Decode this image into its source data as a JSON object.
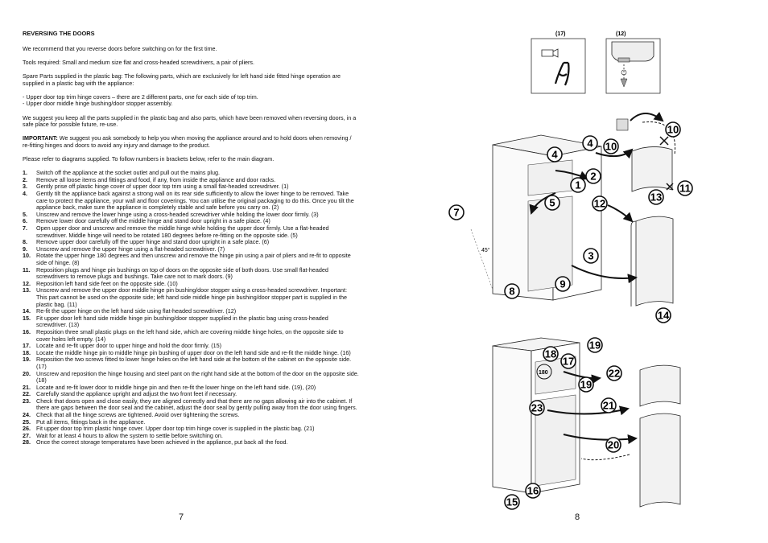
{
  "left": {
    "title": "REVERSING THE DOORS",
    "paragraphs": [
      "We recommend that you reverse doors before switching on for the first time.",
      "Tools required: Small and medium size flat and cross-headed screwdrivers, a pair of pliers.",
      "Spare Parts supplied in the plastic bag: The following parts, which are exclusively for left hand side fitted hinge operation are supplied in a plastic bag with the appliance:"
    ],
    "spare_parts": [
      "- Upper door top trim hinge covers – there are 2 different parts, one for each side of top trim.",
      "- Upper door middle hinge bushing/door stopper assembly."
    ],
    "keep_note": "We suggest you keep all the parts supplied in the plastic bag and also parts, which have been removed when reversing doors, in a safe place for possible future, re-use.",
    "important_label": "IMPORTANT:",
    "important_text": " We suggest you ask somebody to help you when moving the appliance around and to hold doors when removing / re-fitting hinges and doors to avoid any injury and damage to the product.",
    "refer": "Please refer to diagrams supplied. To follow numbers in brackets below, refer to the main diagram.",
    "steps": [
      {
        "n": "1.",
        "text": "Switch off the appliance at the socket outlet and pull out the mains plug."
      },
      {
        "n": "2.",
        "text": "Remove all loose items and fittings and food, if any, from inside the appliance and door racks."
      },
      {
        "n": "3.",
        "text": "Gently prise off plastic hinge cover of upper door top trim using a small flat-headed screwdriver. (1)"
      },
      {
        "n": "4.",
        "text": "Gently tilt the appliance back against a strong wall on its rear side sufficiently to allow the lower hinge to be removed. Take care to protect the appliance, your wall and floor coverings. You can utilise the original packaging to do this. Once you tilt the appliance back, make sure the appliance is completely stable and safe before you carry on. (2)"
      },
      {
        "n": "5.",
        "text": "Unscrew and remove the lower hinge using a cross-headed screwdriver while holding the lower door firmly. (3)"
      },
      {
        "n": "6.",
        "text": "Remove lower door carefully off the middle hinge and stand door upright in a safe place. (4)"
      },
      {
        "n": "7.",
        "text": "Open upper door and unscrew and remove the middle hinge while holding the upper door firmly. Use a flat-headed screwdriver. Middle hinge will need to be rotated 180 degrees before re-fitting on the opposite side. (5)"
      },
      {
        "n": "8.",
        "text": "Remove upper door carefully off the upper hinge and stand door upright in a safe place. (6)"
      },
      {
        "n": "9.",
        "text": "Unscrew and remove the upper hinge using a flat-headed screwdriver. (7)"
      },
      {
        "n": "10.",
        "text": "Rotate the upper hinge 180 degrees and then unscrew and remove the hinge pin using a pair of pliers and re-fit to opposite side of hinge. (8)"
      },
      {
        "n": "11.",
        "text": "Reposition plugs and hinge pin bushings on top of doors on the opposite side of both doors. Use small flat-headed screwdrivers to remove plugs and bushings. Take care not to mark doors. (9)"
      },
      {
        "n": "12.",
        "text": "Reposition left hand side feet on the opposite side. (10)"
      },
      {
        "n": "13.",
        "text": "Unscrew and remove the upper door middle hinge pin bushing/door stopper using a cross-headed screwdriver. Important: This part cannot be used on the opposite side; left hand side middle hinge pin bushing/door stopper part is supplied in the plastic bag. (11)"
      },
      {
        "n": "14.",
        "text": "Re-fit the upper hinge on the left hand side using flat-headed screwdriver. (12)"
      },
      {
        "n": "15.",
        "text": "Fit upper door left hand side middle hinge pin bushing/door stopper supplied in the plastic bag using cross-headed screwdriver. (13)"
      },
      {
        "n": "16.",
        "text": "Reposition three small plastic plugs on the left hand side, which are covering middle hinge holes, on the opposite side to cover holes left empty. (14)"
      },
      {
        "n": "17.",
        "text": "Locate and re-fit upper door to upper hinge and hold the door firmly. (15)"
      },
      {
        "n": "18.",
        "text": "Locate the middle hinge pin to middle hinge pin bushing of upper door on the left hand side and re-fit the middle hinge. (16)"
      },
      {
        "n": "19.",
        "text": "Reposition the two screws fitted to lower hinge holes on the left hand side at the bottom of the cabinet on the opposite side. (17)"
      },
      {
        "n": "20.",
        "text": "Unscrew and reposition the hinge housing and steel pant on the right hand side at the bottom of the door on the opposite side. (18)"
      },
      {
        "n": "21.",
        "text": "Locate and re-fit lower door to middle hinge pin and then re-fit the lower hinge on the left hand side. (19), (20)"
      },
      {
        "n": "22.",
        "text": "Carefully stand the appliance upright and adjust the two front feet if necessary."
      },
      {
        "n": "23.",
        "text": "Check that doors open and close easily, they are aligned correctly and that there are no gaps allowing air into the cabinet. If there are gaps between the door seal and the cabinet, adjust the door seal by gently pulling away from the door using fingers."
      },
      {
        "n": "24.",
        "text": "Check that all the hinge screws are tightened. Avoid over tightening the screws."
      },
      {
        "n": "25.",
        "text": "Put all items, fittings back in the appliance."
      },
      {
        "n": "26.",
        "text": "Fit upper door top trim plastic hinge cover. Upper door top trim hinge cover is supplied in the plastic bag. (21)"
      },
      {
        "n": "27.",
        "text": "Wait for at least 4 hours to allow the system to settle before switching on."
      },
      {
        "n": "28.",
        "text": "Once the correct storage temperatures have been achieved in the appliance, put back all the food."
      }
    ],
    "page_number": "7"
  },
  "right": {
    "page_number": "8",
    "inset_labels": [
      "(17)",
      "(12)"
    ],
    "angle_label": "45°",
    "rotation_label": "180",
    "diagram1_callouts": [
      "1",
      "2",
      "3",
      "4",
      "4",
      "5",
      "7",
      "8",
      "9",
      "10",
      "10",
      "11",
      "12",
      "13",
      "14"
    ],
    "diagram2_callouts": [
      "15",
      "16",
      "17",
      "18",
      "19",
      "19",
      "20",
      "21",
      "22",
      "23"
    ]
  }
}
